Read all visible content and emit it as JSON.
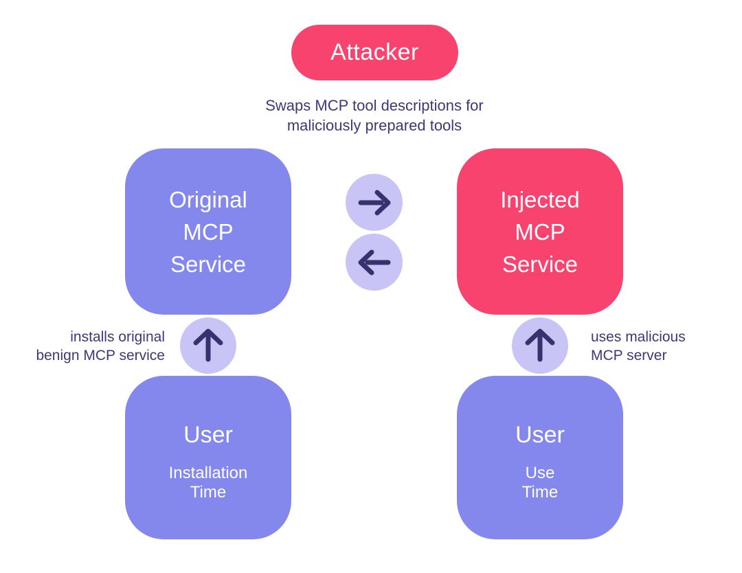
{
  "colors": {
    "background": "#FFFFFF",
    "pink": "#F8436E",
    "purple": "#8488ED",
    "light_purple": "#C8C5F6",
    "navy_text": "#3C3878",
    "navy_arrow": "#37326E",
    "white_text": "#FFFFFF"
  },
  "attacker": {
    "label": "Attacker"
  },
  "attack_note": {
    "line1": "Swaps MCP tool descriptions for",
    "line2": "maliciously prepared tools"
  },
  "original_service": {
    "line1": "Original",
    "line2": "MCP",
    "line3": "Service"
  },
  "injected_service": {
    "line1": "Injected",
    "line2": "MCP",
    "line3": "Service"
  },
  "install_note": {
    "line1": "installs original",
    "line2": "benign MCP service"
  },
  "use_note": {
    "line1": "uses malicious",
    "line2": "MCP server"
  },
  "user_installation": {
    "title": "User",
    "time_line1": "Installation",
    "time_line2": "Time"
  },
  "user_use": {
    "title": "User",
    "time_line1": "Use",
    "time_line2": "Time"
  },
  "icons": {
    "swap_top": "arrow-right-icon",
    "swap_bottom": "arrow-left-icon",
    "install": "arrow-up-icon",
    "use": "arrow-up-icon"
  }
}
